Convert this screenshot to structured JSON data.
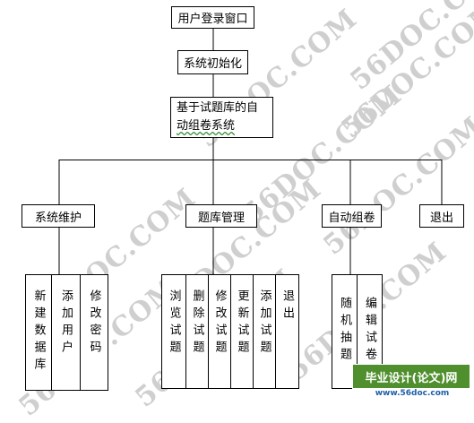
{
  "root": {
    "title": "用户登录窗口"
  },
  "init": {
    "label": "系统初始化"
  },
  "main": {
    "line1": "基于试题库的自",
    "line2": "动组卷系统"
  },
  "modules": {
    "system_maintenance": "系统维护",
    "question_management": "题库管理",
    "auto_paper": "自动组卷",
    "exit": "退出"
  },
  "system_maintenance_items": [
    "新建数据库",
    "添加用户",
    "修改密码"
  ],
  "question_management_items": [
    "浏览试题",
    "删除试题",
    "修改试题",
    "更新试题",
    "添加试题",
    "退出"
  ],
  "auto_paper_items": [
    "随机抽题",
    "编辑试卷"
  ],
  "watermark": {
    "text": "56DOC.COM"
  },
  "badge": {
    "label": "毕业设计(论文)网",
    "url": "www.56doc.com"
  },
  "colors": {
    "line": "#000000",
    "watermark": "#cfcfcf",
    "badge": "#4f8f2e",
    "url": "#1d5fa8"
  }
}
